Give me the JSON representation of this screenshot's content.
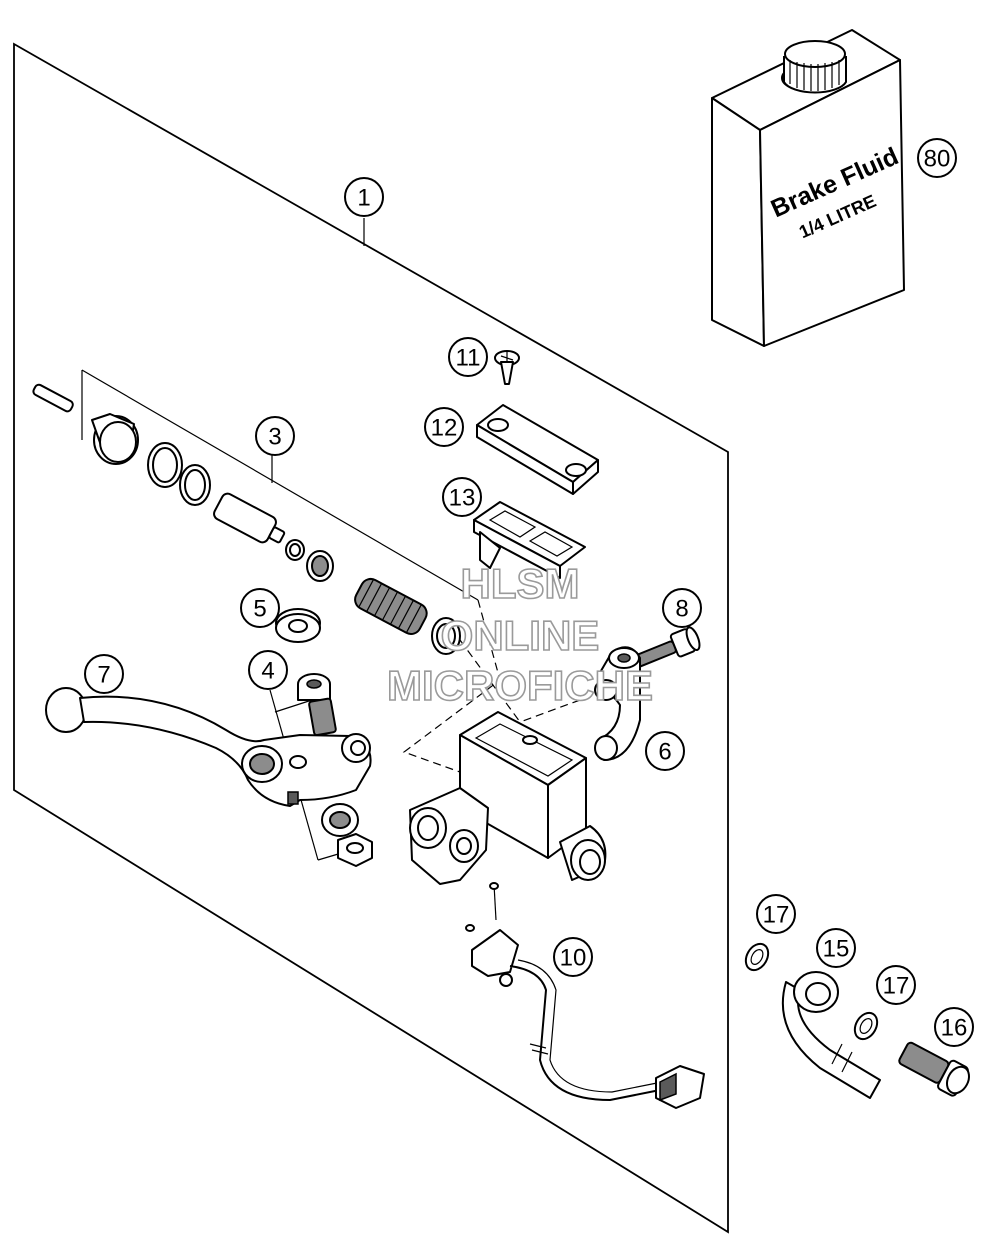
{
  "callouts": [
    {
      "id": "1",
      "label": "1"
    },
    {
      "id": "3",
      "label": "3"
    },
    {
      "id": "4",
      "label": "4"
    },
    {
      "id": "5",
      "label": "5"
    },
    {
      "id": "6",
      "label": "6"
    },
    {
      "id": "7",
      "label": "7"
    },
    {
      "id": "8",
      "label": "8"
    },
    {
      "id": "10",
      "label": "10"
    },
    {
      "id": "11",
      "label": "11"
    },
    {
      "id": "12",
      "label": "12"
    },
    {
      "id": "13",
      "label": "13"
    },
    {
      "id": "15",
      "label": "15"
    },
    {
      "id": "16",
      "label": "16"
    },
    {
      "id": "17a",
      "label": "17"
    },
    {
      "id": "17b",
      "label": "17"
    },
    {
      "id": "80",
      "label": "80"
    }
  ],
  "bottle": {
    "line1": "Brake Fluid",
    "line2": "1/4 LITRE"
  },
  "watermark": {
    "line1": "HLSM",
    "line2": "ONLINE",
    "line3": "MICROFICHE"
  },
  "colors": {
    "line": "#000000",
    "background": "#ffffff",
    "metal": "#8c8c8c",
    "watermark": "#9a9a9a"
  }
}
